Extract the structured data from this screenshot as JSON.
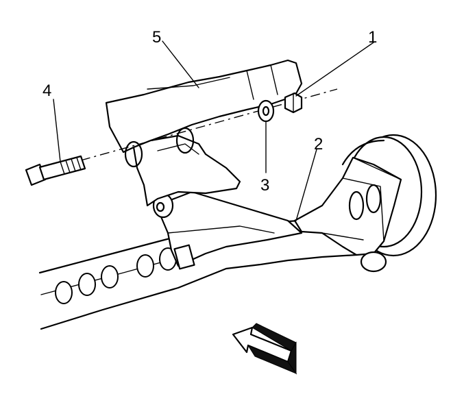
{
  "callouts": {
    "c1": "1",
    "c2": "2",
    "c3": "3",
    "c4": "4",
    "c5": "5"
  },
  "parts": {
    "nut": "1",
    "torque-arm": "2",
    "washer": "3",
    "bolt": "4",
    "bracket": "5"
  },
  "colors": {
    "line": "#000000",
    "background": "#ffffff"
  },
  "icons": {
    "view-direction": "view-direction-arrow-icon"
  }
}
